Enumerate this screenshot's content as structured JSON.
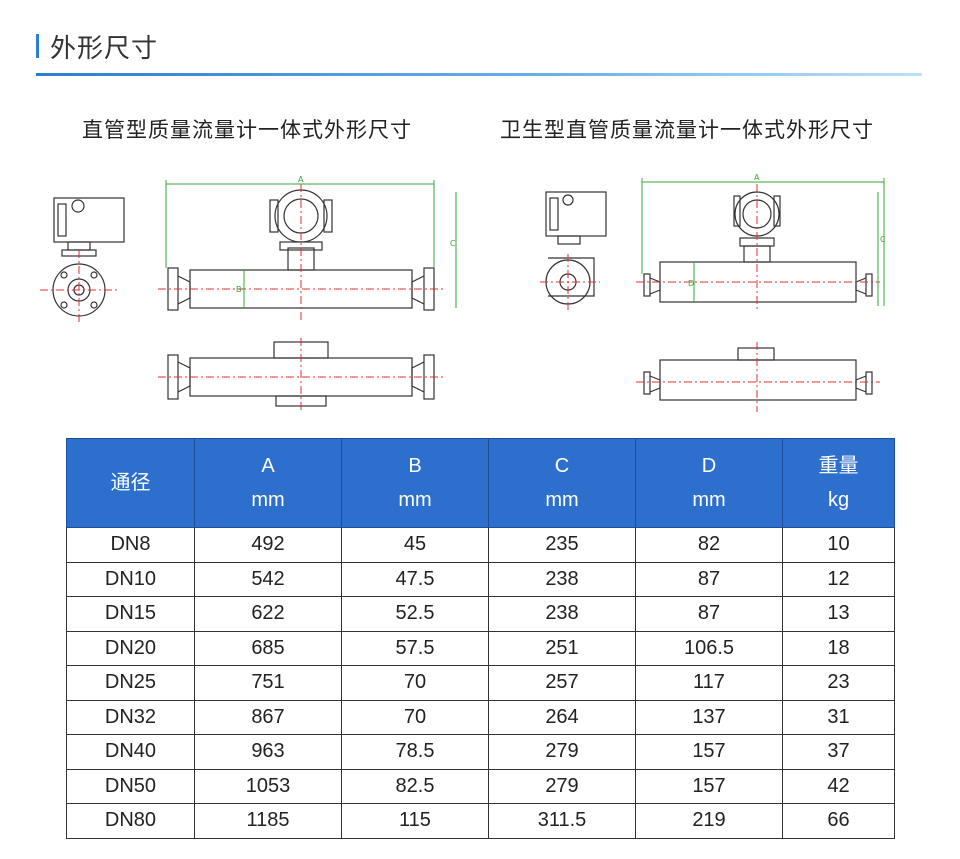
{
  "section": {
    "title": "外形尺寸"
  },
  "drawings": {
    "left_title": "直管型质量流量计一体式外形尺寸",
    "right_title": "卫生型直管质量流量计一体式外形尺寸",
    "dim_labels": [
      "A",
      "B",
      "C",
      "D"
    ]
  },
  "table": {
    "headers": [
      {
        "line1": "通径",
        "line2": ""
      },
      {
        "line1": "A",
        "line2": "mm"
      },
      {
        "line1": "B",
        "line2": "mm"
      },
      {
        "line1": "C",
        "line2": "mm"
      },
      {
        "line1": "D",
        "line2": "mm"
      },
      {
        "line1": "重量",
        "line2": "kg"
      }
    ],
    "rows": [
      [
        "DN8",
        "492",
        "45",
        "235",
        "82",
        "10"
      ],
      [
        "DN10",
        "542",
        "47.5",
        "238",
        "87",
        "12"
      ],
      [
        "DN15",
        "622",
        "52.5",
        "238",
        "87",
        "13"
      ],
      [
        "DN20",
        "685",
        "57.5",
        "251",
        "106.5",
        "18"
      ],
      [
        "DN25",
        "751",
        "70",
        "257",
        "117",
        "23"
      ],
      [
        "DN32",
        "867",
        "70",
        "264",
        "137",
        "31"
      ],
      [
        "DN40",
        "963",
        "78.5",
        "279",
        "157",
        "37"
      ],
      [
        "DN50",
        "1053",
        "82.5",
        "279",
        "157",
        "42"
      ],
      [
        "DN80",
        "1185",
        "115",
        "311.5",
        "219",
        "66"
      ]
    ]
  },
  "colors": {
    "accent": "#2b7fd3",
    "header_bg": "#2d6fcd",
    "dim_line": "#3aa63a",
    "center_line": "#e03030"
  }
}
